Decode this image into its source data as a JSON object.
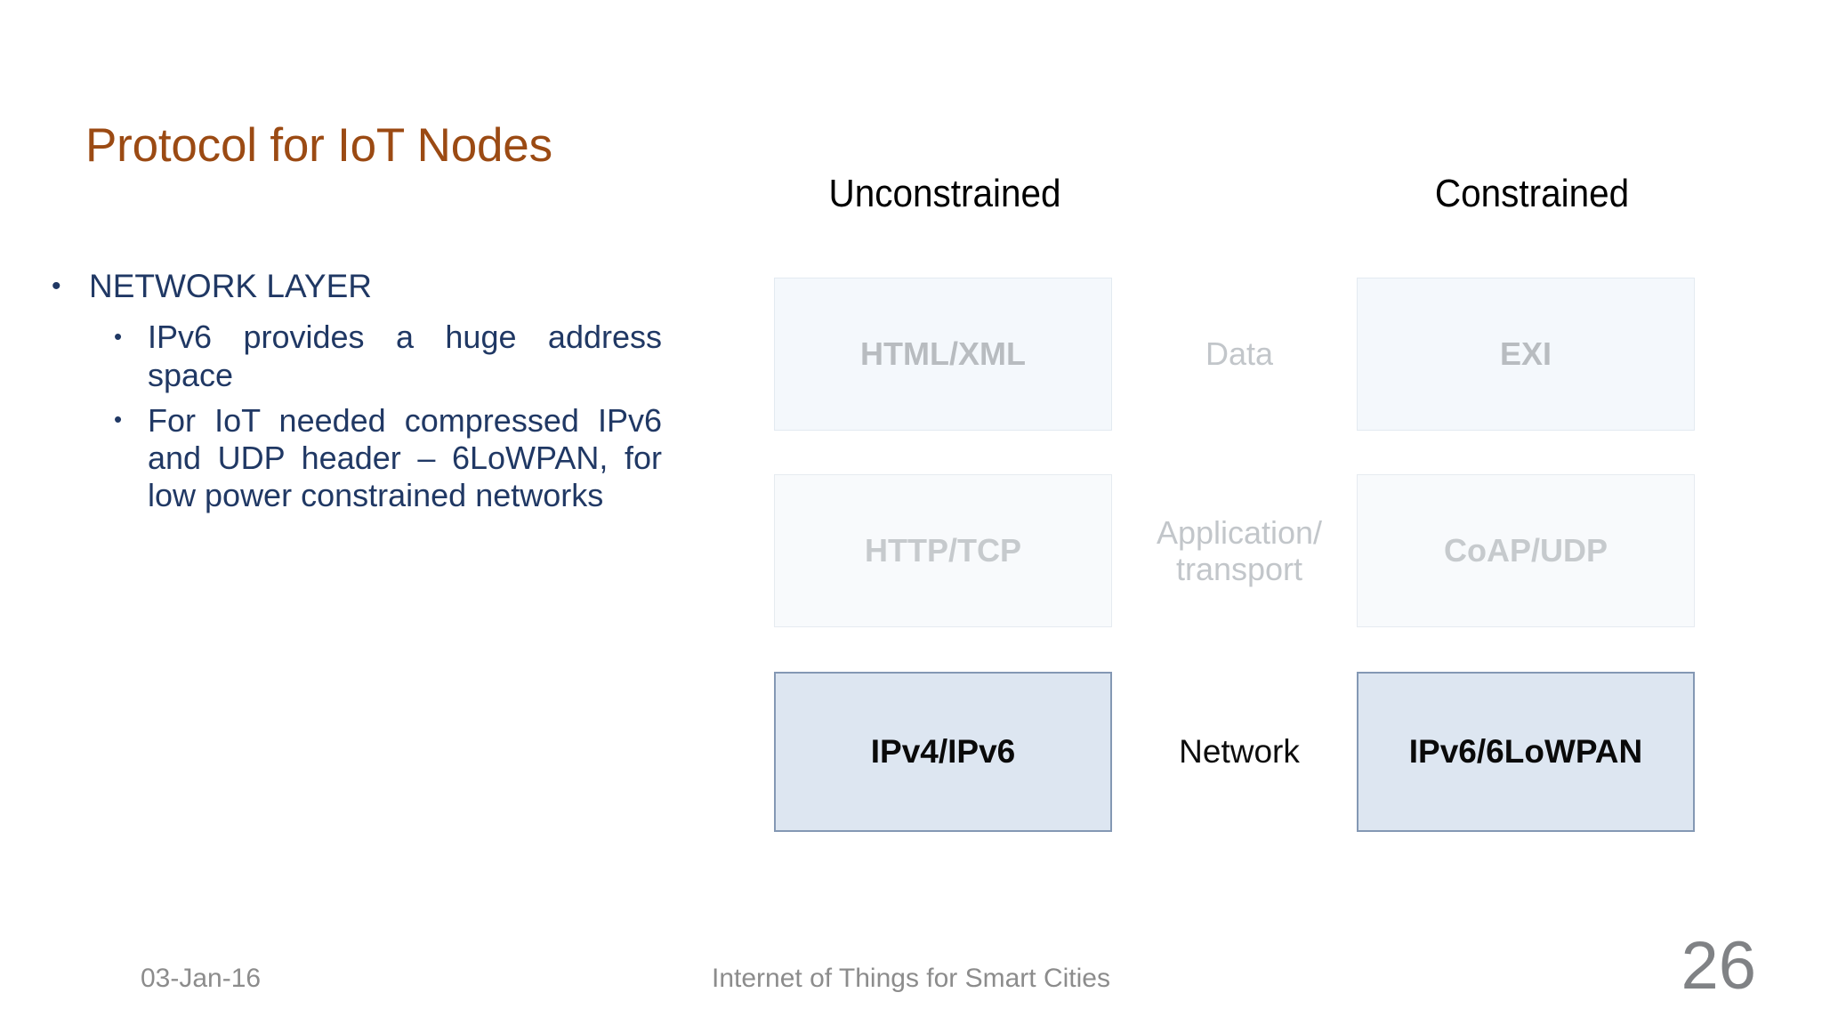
{
  "slide": {
    "title": "Protocol for IoT Nodes",
    "title_color": "#9B4A13",
    "body_color": "#203864",
    "background": "#FFFFFF"
  },
  "body": {
    "bullet_glyph": "•",
    "items": [
      {
        "level": 1,
        "text": "NETWORK LAYER"
      },
      {
        "level": 2,
        "text": "IPv6 provides a huge address space"
      },
      {
        "level": 2,
        "text": "For IoT needed compressed IPv6 and UDP header – 6LoWPAN, for low power constrained networks"
      }
    ]
  },
  "diagram": {
    "columns": [
      {
        "key": "unconstrained",
        "header": "Unconstrained"
      },
      {
        "key": "constrained",
        "header": "Constrained"
      }
    ],
    "rows": [
      {
        "layer": "Data",
        "unconstrained": "HTML/XML",
        "constrained": "EXI",
        "highlighted": false
      },
      {
        "layer": "Application/\ntransport",
        "layer_line1": "Application/",
        "layer_line2": "transport",
        "unconstrained": "HTTP/TCP",
        "constrained": "CoAP/UDP",
        "highlighted": false
      },
      {
        "layer": "Network",
        "unconstrained": "IPv4/IPv6",
        "constrained": "IPv6/6LoWPAN",
        "highlighted": true
      }
    ],
    "colors": {
      "box_fill_row1": "#F4F8FC",
      "box_fill_row2": "#F8FAFC",
      "box_fill_highlight": "#DDE6F1",
      "box_border_highlight": "#8498B4",
      "box_text_muted": "#BDC1C5",
      "box_text_highlight": "#0A0A0A",
      "layer_label_muted": "#C2C6CA",
      "layer_label_strong": "#0D0D0D",
      "header_text": "#000000"
    }
  },
  "footer": {
    "date": "03-Jan-16",
    "subject": "Internet of Things for Smart Cities",
    "page_number": "26",
    "text_color": "#8C8C8C"
  }
}
